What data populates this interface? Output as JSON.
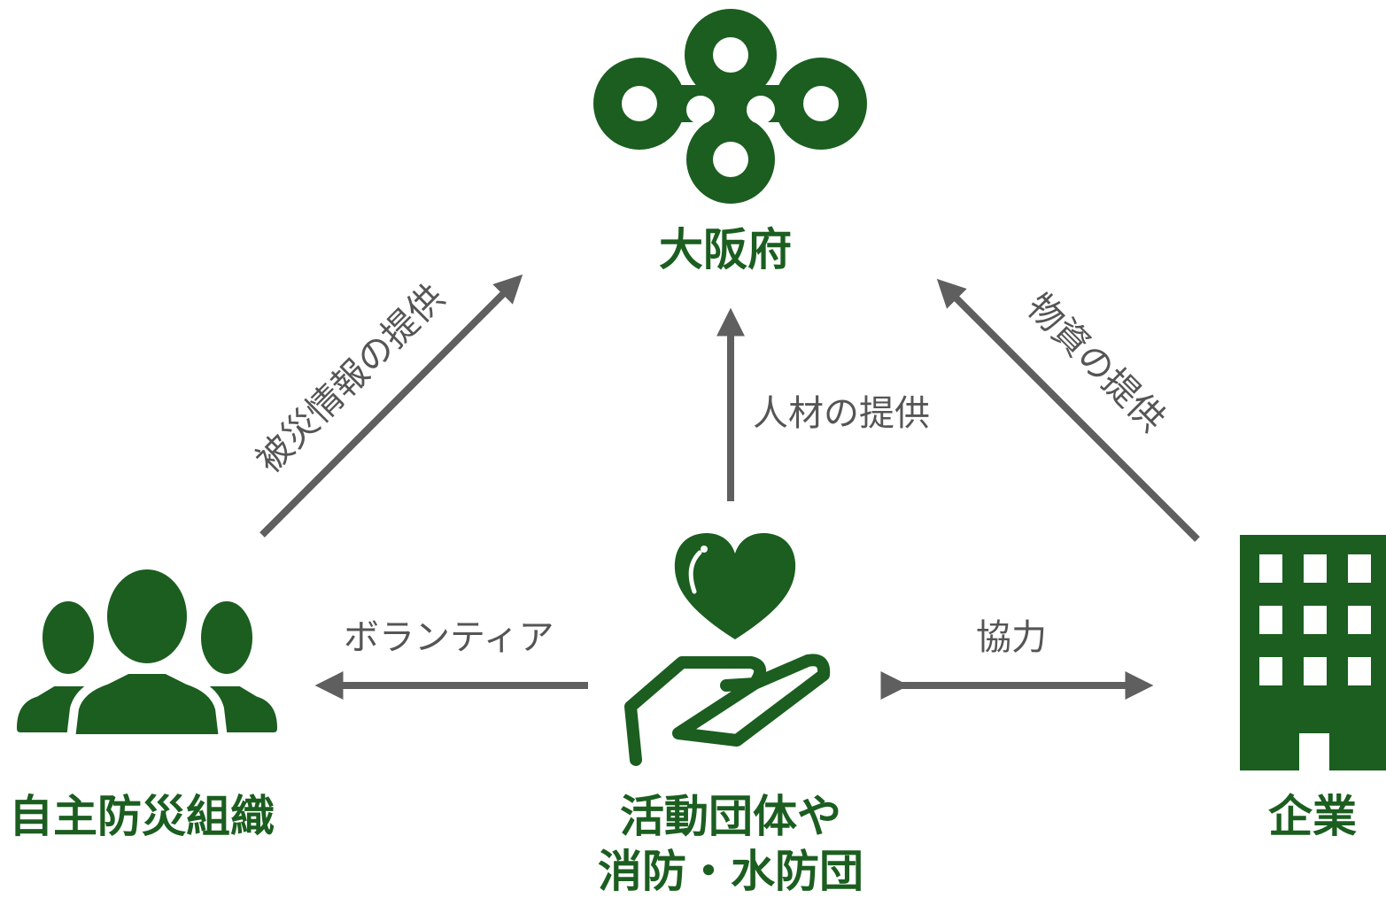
{
  "colors": {
    "accent": "#1b5e20",
    "arrow": "#5f5f5f",
    "text": "#555555"
  },
  "nodes": {
    "osaka": {
      "label": "大阪府",
      "icon": "osaka-emblem-icon"
    },
    "community": {
      "label": "自主防災組織",
      "icon": "people-group-icon"
    },
    "groups": {
      "label_line1": "活動団体や",
      "label_line2": "消防・水防団",
      "icon": "heart-in-hand-icon"
    },
    "company": {
      "label": "企業",
      "icon": "building-icon"
    }
  },
  "edges": {
    "community_to_osaka": "被災情報の提供",
    "groups_to_osaka": "人材の提供",
    "company_to_osaka": "物資の提供",
    "groups_to_community": "ボランティア",
    "groups_company": "協力"
  }
}
